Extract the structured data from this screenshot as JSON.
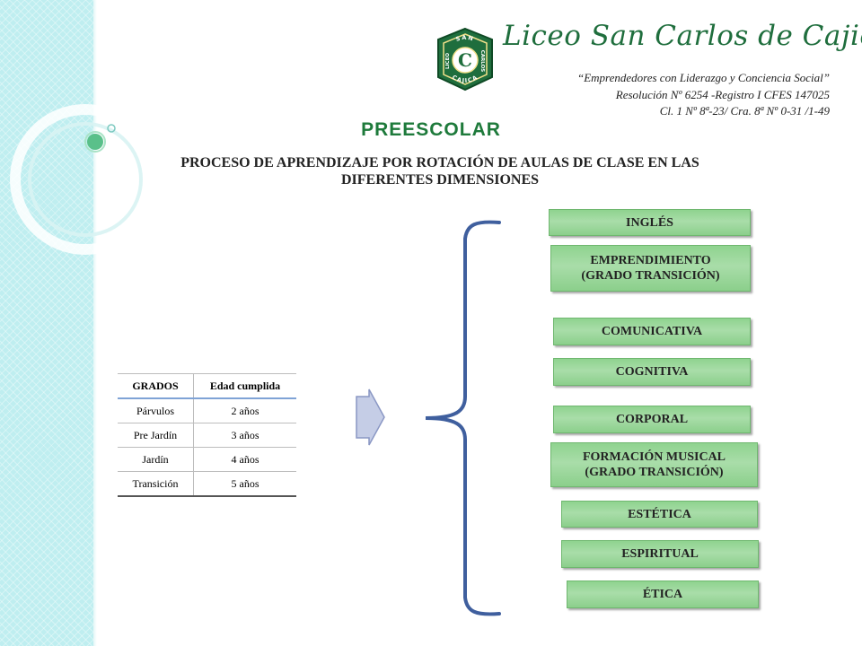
{
  "school": {
    "name": "Liceo San Carlos de Cajicá",
    "motto": "“Emprendedores con Liderazgo y Conciencia Social”",
    "resolution": "Resolución Nº 6254 -Registro I CFES 147025",
    "address": "Cl. 1 Nº 8ª-23/ Cra. 8ª Nº 0-31 /1-49",
    "logo": {
      "top_text": "SAN",
      "left_text": "LICEO",
      "right_text": "CARLOS",
      "bottom_text": "CAJICA",
      "center_text": "C"
    }
  },
  "section_heading": "PREESCOLAR",
  "subtitle": {
    "line1": "PROCESO DE APRENDIZAJE POR ROTACIÓN DE AULAS DE CLASE EN LAS",
    "line2": "DIFERENTES DIMENSIONES"
  },
  "table": {
    "headers": [
      "GRADOS",
      "Edad cumplida"
    ],
    "rows": [
      [
        "Párvulos",
        "2 años"
      ],
      [
        "Pre Jardín",
        "3 años"
      ],
      [
        "Jardín",
        "4 años"
      ],
      [
        "Transición",
        "5 años"
      ]
    ]
  },
  "dimensions": [
    {
      "line1": "INGLÉS",
      "line2": ""
    },
    {
      "line1": "EMPRENDIMIENTO",
      "line2": "(GRADO TRANSICIÓN)"
    },
    {
      "line1": "COMUNICATIVA",
      "line2": ""
    },
    {
      "line1": "COGNITIVA",
      "line2": ""
    },
    {
      "line1": "CORPORAL",
      "line2": ""
    },
    {
      "line1": "FORMACIÓN MUSICAL",
      "line2": "(GRADO TRANSICIÓN)"
    },
    {
      "line1": "ESTÉTICA",
      "line2": ""
    },
    {
      "line1": "ESPIRITUAL",
      "line2": ""
    },
    {
      "line1": "ÉTICA",
      "line2": ""
    }
  ],
  "colors": {
    "sidebar": "#bfeef0",
    "school_green": "#1f6e3d",
    "box_green": "#a9dda9",
    "brace_blue": "#3f5f9e",
    "arrow_fill": "#c5cde6"
  }
}
